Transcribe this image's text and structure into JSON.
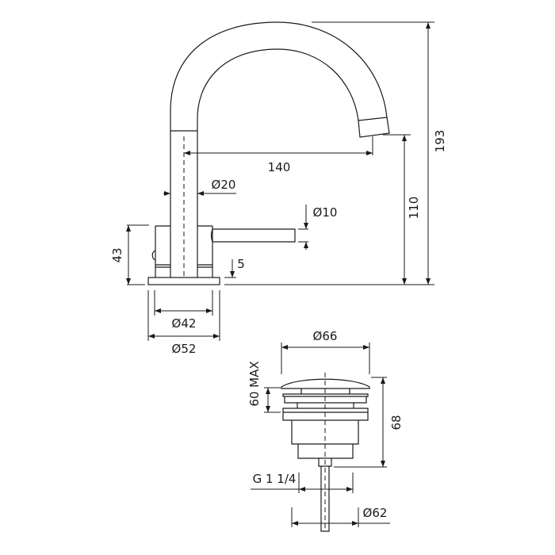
{
  "drawing": {
    "faucet": {
      "dimensions": {
        "overall_height": "193",
        "spout_height": "110",
        "spout_reach": "140",
        "body_diameter": "Ø20",
        "lever_diameter": "Ø10",
        "base_height": "43",
        "plate_thickness": "5",
        "inner_base_diameter": "Ø42",
        "outer_base_diameter": "Ø52"
      }
    },
    "drain": {
      "dimensions": {
        "cap_diameter": "Ø66",
        "clamp_range": "60 MAX",
        "overall_height": "68",
        "thread": "G 1 1/4",
        "hole_diameter": "Ø62"
      }
    }
  }
}
